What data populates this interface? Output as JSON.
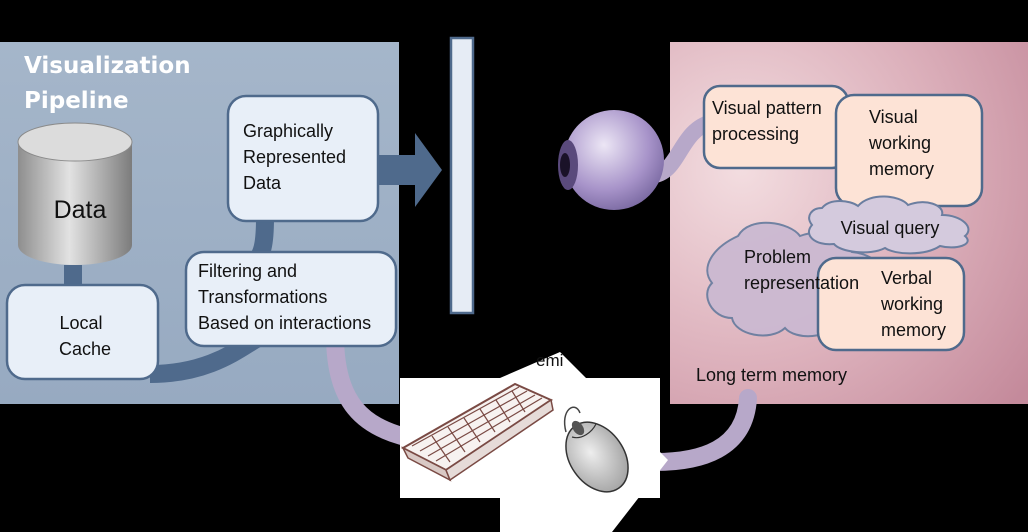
{
  "pipeline": {
    "title_line1": "Visualization",
    "title_line2": "Pipeline",
    "data_label": "Data",
    "graphic_line1": "Graphically",
    "graphic_line2": "Represented",
    "graphic_line3": "Data",
    "filter_line1": "Filtering and",
    "filter_line2": "Transformations",
    "filter_line3": "Based on interactions",
    "cache_line1": "Local",
    "cache_line2": "Cache"
  },
  "cognition": {
    "vpp_line1": "Visual pattern",
    "vpp_line2": "processing",
    "vwm_line1": "Visual",
    "vwm_line2": "working",
    "vwm_line3": "memory",
    "query": "Visual query",
    "problem_line1": "Problem",
    "problem_line2": "representation",
    "verbal_line1": "Verbal",
    "verbal_line2": "working",
    "verbal_line3": "memory",
    "ltm": "Long term memory"
  },
  "input_devices": {
    "label_fragment": "emi"
  }
}
